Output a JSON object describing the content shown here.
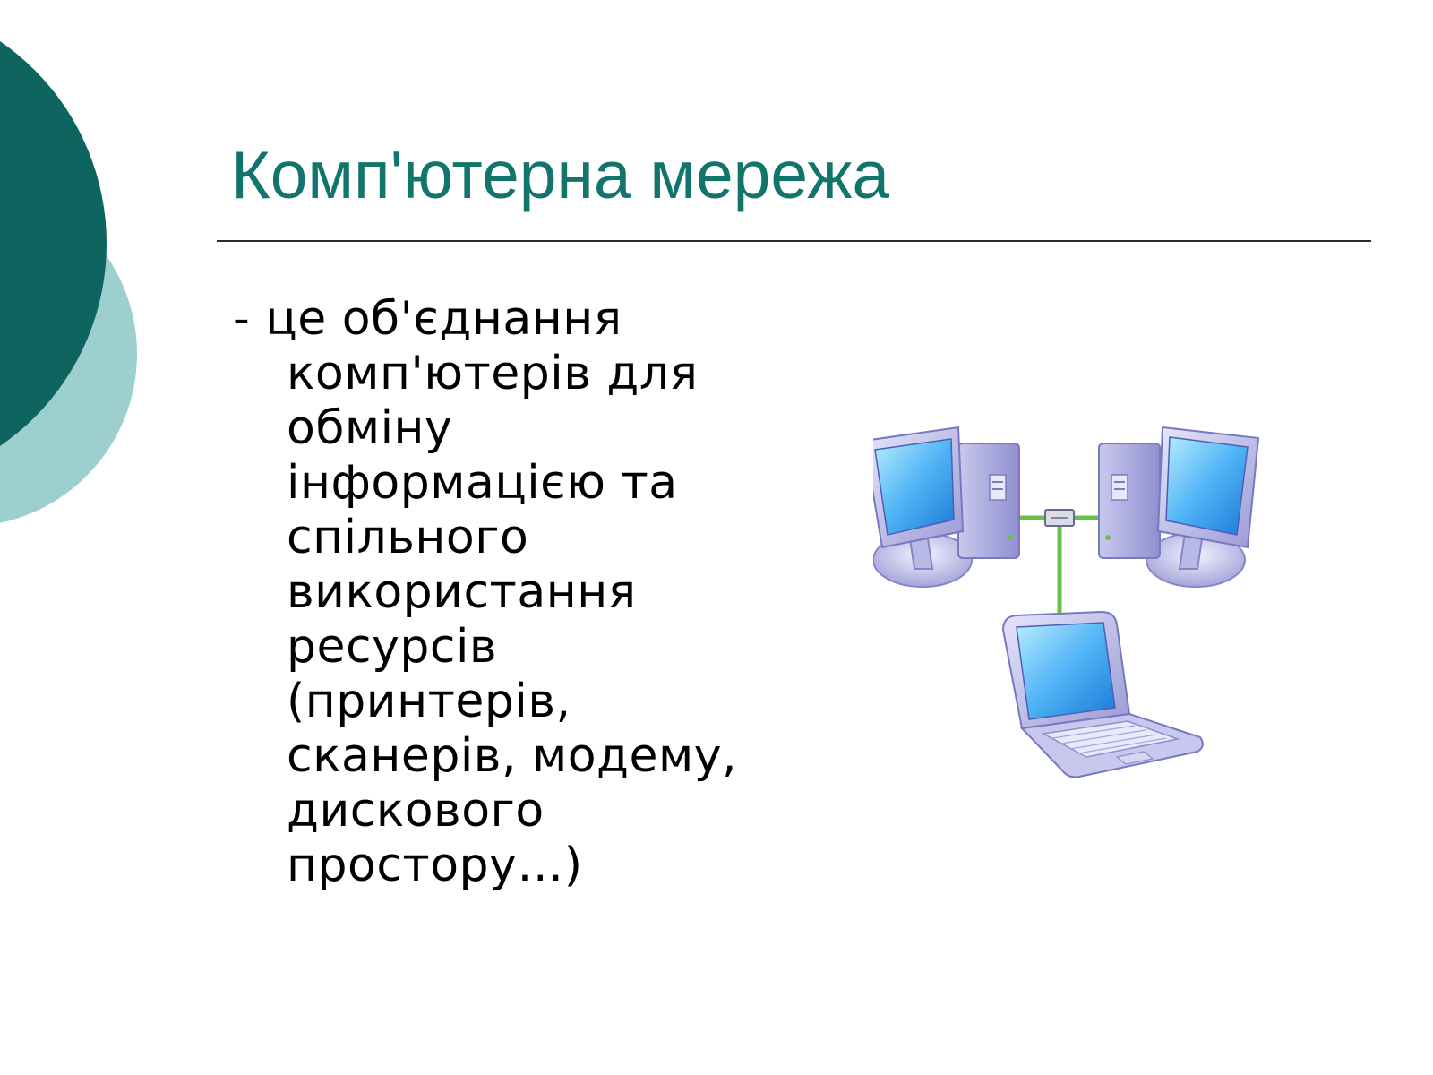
{
  "slide": {
    "title": "Комп'ютерна мережа",
    "definition_lines": [
      "- це об'єднання",
      "комп'ютерів для",
      "обміну",
      "інформацією та",
      "спільного",
      "використання",
      "ресурсів",
      "(принтерів,",
      "сканерів, модему,",
      "дискового",
      "простору…)"
    ]
  },
  "illustration": {
    "icon": "computer-network-icon",
    "nodes": [
      "desktop-computer-icon",
      "desktop-computer-icon",
      "laptop-icon",
      "network-hub-icon"
    ]
  },
  "colors": {
    "accent_dark": "#0e6560",
    "accent_light": "#9ecfcf",
    "title": "#11756b",
    "cable": "#69c14a"
  }
}
